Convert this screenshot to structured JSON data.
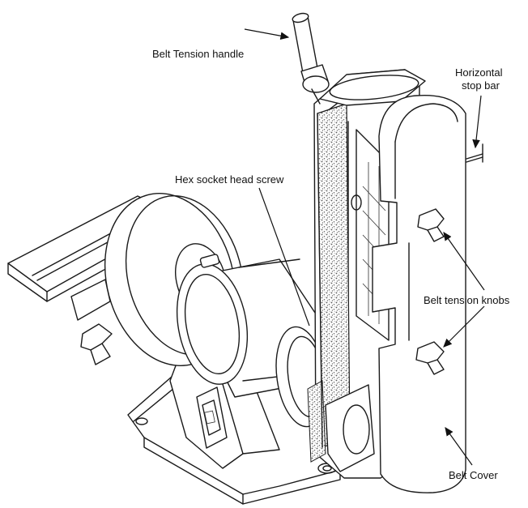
{
  "labels": {
    "belt_tension_handle": "Belt Tension handle",
    "horizontal_stop_bar_line1": "Horizontal",
    "horizontal_stop_bar_line2": "stop bar",
    "hex_socket_head_screw": "Hex socket head screw",
    "belt_tension_knobs": "Belt tension knobs",
    "belt_cover": "Belt Cover"
  },
  "colors": {
    "line": "#1a1a1a",
    "background": "#ffffff",
    "belt_texture": "#7a7a7a"
  }
}
